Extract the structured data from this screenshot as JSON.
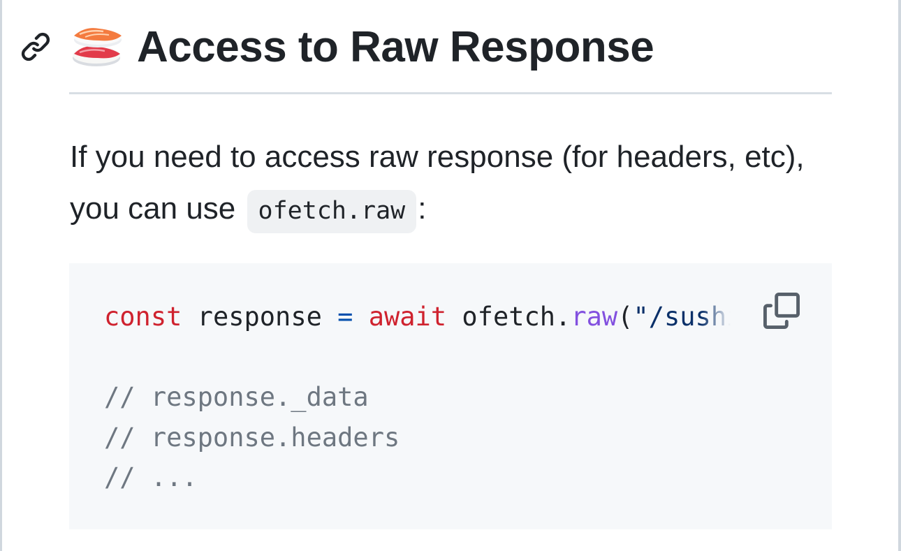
{
  "section": {
    "title": "Access to Raw Response",
    "emoji_icon": "sushi-emoji-icon",
    "anchor_icon": "link-icon"
  },
  "paragraph": {
    "text_before": "If you need to access raw response (for headers, etc), you can use ",
    "inline_code": "ofetch.raw",
    "text_after": ":"
  },
  "code_block": {
    "line1": {
      "kw_const": "const",
      "space1": " ",
      "var": "response",
      "space2": " ",
      "op": "=",
      "space3": " ",
      "kw_await": "await",
      "space4": " ",
      "obj": "ofetch.",
      "fn": "raw",
      "paren": "(",
      "str": "\"/sushi\")"
    },
    "line2": "",
    "line3": "// response._data",
    "line4": "// response.headers",
    "line5": "// ...",
    "copy_icon": "copy-icon"
  },
  "colors": {
    "keyword": "#cf222e",
    "operator": "#0550ae",
    "function": "#8250df",
    "string": "#0a3069",
    "comment": "#6e7781",
    "code_background": "#f6f8fa",
    "inline_code_background": "#eff1f3",
    "text": "#1f2328",
    "rule": "#d8dee4"
  }
}
